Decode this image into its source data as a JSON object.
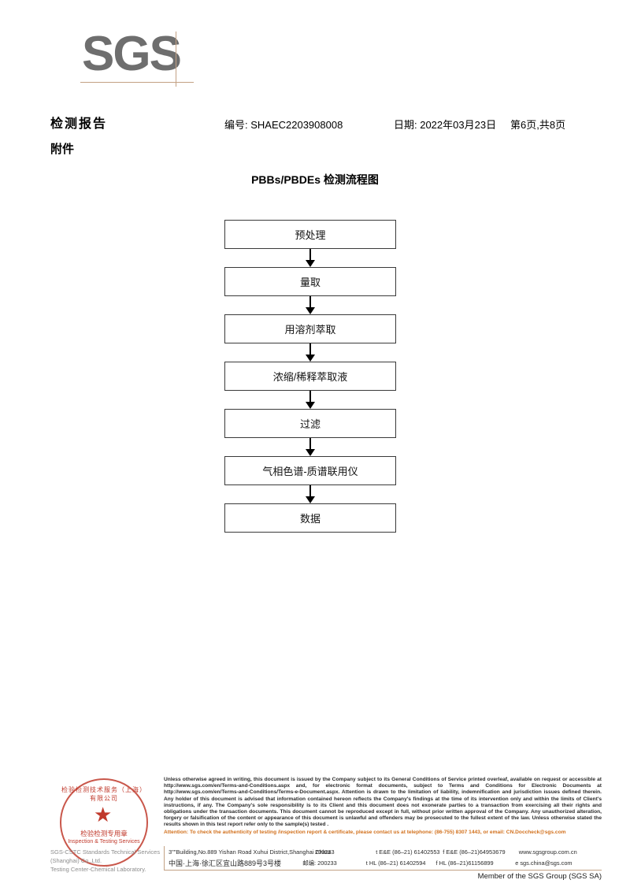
{
  "logo": {
    "text": "SGS"
  },
  "header": {
    "title": "检测报告",
    "subtitle": "附件",
    "ref_no": "编号: SHAEC2203908008",
    "date": "日期: 2022年03月23日",
    "page": "第6页,共8页"
  },
  "flowchart": {
    "title": "PBBs/PBDEs 检测流程图",
    "nodes": [
      {
        "label": "预处理"
      },
      {
        "label": "量取"
      },
      {
        "label": "用溶剂萃取"
      },
      {
        "label": "浓缩/稀释萃取液"
      },
      {
        "label": "过滤"
      },
      {
        "label": "气相色谱-质谱联用仪"
      },
      {
        "label": "数据"
      }
    ]
  },
  "stamp": {
    "cn_top": "检验检测技术服务（上海）有限公司",
    "cn_mid": "检验检测专用章",
    "en": "Inspection & Testing Services",
    "overlay_line1": "SGS-CSTC Standards Technical Services (Shanghai) Co.,Ltd.",
    "overlay_line2": "Testing Center-Chemical Laboratory."
  },
  "footer": {
    "legal": "Unless otherwise agreed in writing, this document is issued by the Company subject to its General Conditions of Service printed overleaf, available on request or accessible at http://www.sgs.com/en/Terms-and-Conditions.aspx and, for electronic format documents, subject to Terms and Conditions for Electronic Documents at http://www.sgs.com/en/Terms-and-Conditions/Terms-e-Document.aspx. Attention is drawn to the limitation of liability, indemnification and jurisdiction issues defined therein. Any holder of this document is advised that information contained hereon reflects the Company's findings at the time of its intervention only and within the limits of Client's instructions, if any. The Company's sole responsibility is to its Client and this document does not exonerate parties to a transaction from exercising all their rights and obligations under the transaction documents. This document cannot be reproduced except in full, without prior written approval of the Company. Any unauthorized alteration, forgery or falsification of the content or appearance of this document is unlawful and offenders may be prosecuted to the fullest extent of the law. Unless otherwise stated the results shown in this test report refer only to the sample(s) tested .",
    "attention": "Attention: To check the authenticity of testing /inspection report & certificate, please contact us at telephone: (86-755) 8307 1443, or email: CN.Doccheck@sgs.com",
    "address_rows": [
      {
        "address": "3\"\"Building,No.889 Yishan Road Xuhui District,Shanghai China",
        "postcode": "200233",
        "tel": "t E&E (86–21) 61402553",
        "fax": "f E&E (86–21)64953679",
        "web": "www.sgsgroup.com.cn"
      },
      {
        "address": "中国·上海·徐汇区宜山路889号3号楼",
        "postcode": "邮编: 200233",
        "tel": "t HL (86–21) 61402594",
        "fax": "f HL (86–21)61156899",
        "web": "e sgs.china@sgs.com"
      }
    ],
    "member": "Member of the SGS Group (SGS SA)"
  }
}
